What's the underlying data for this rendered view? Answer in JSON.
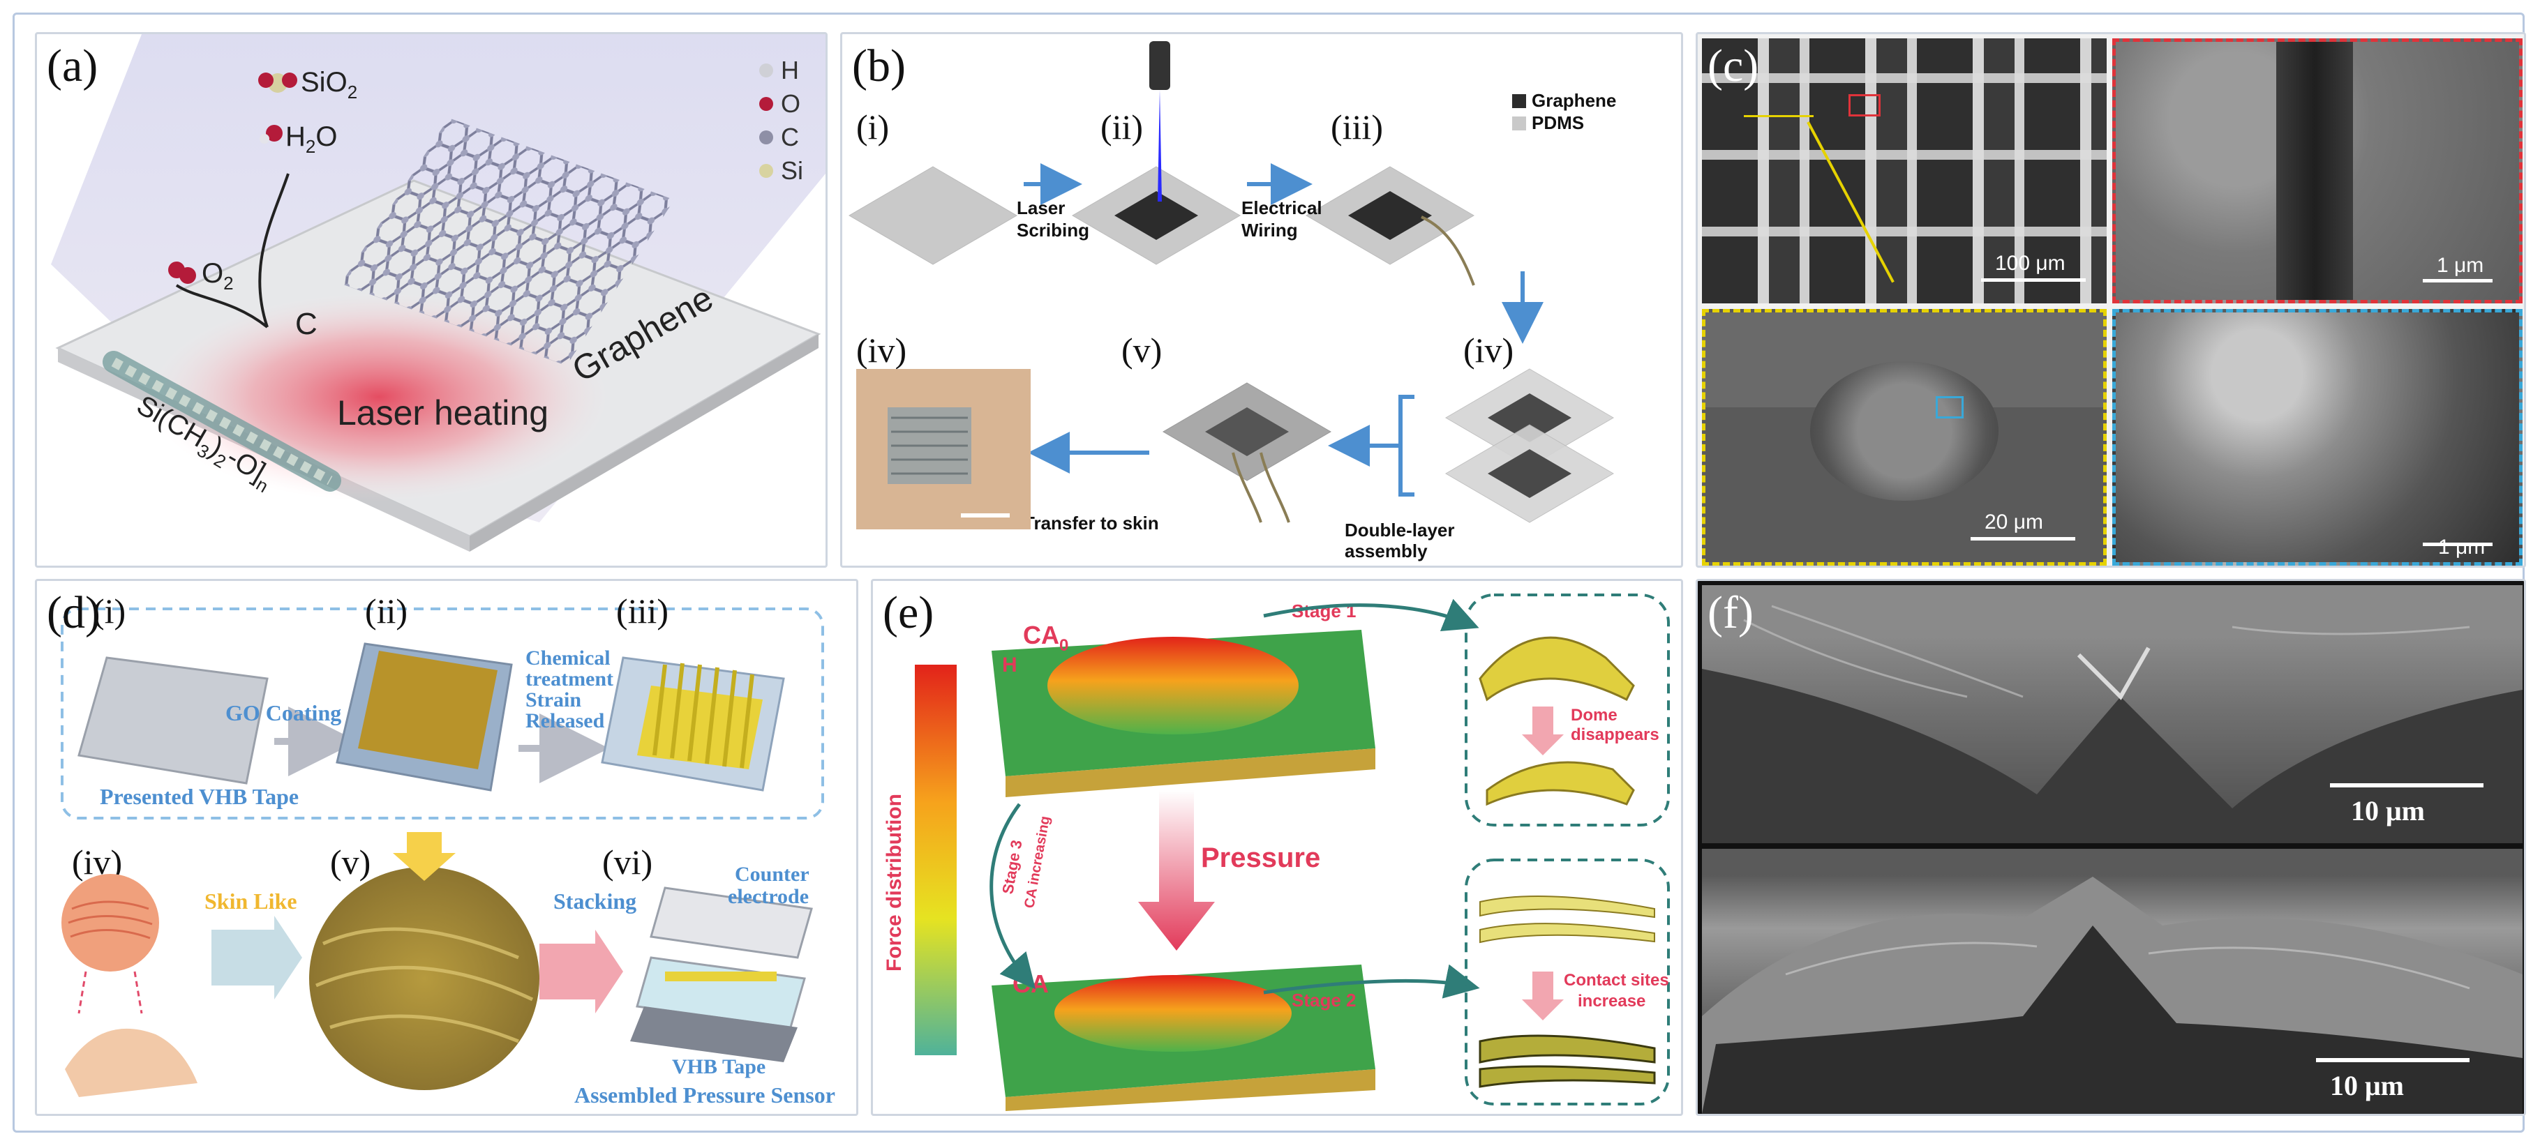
{
  "panels": {
    "a": {
      "label": "(a)",
      "legend": [
        "H",
        "O",
        "C",
        "Si"
      ],
      "legend_colors": [
        "#cfd0d6",
        "#b41b3a",
        "#8e8fa6",
        "#d8d3a0"
      ],
      "sio2": "SiO",
      "sio2_sub": "2",
      "h2o": "H",
      "h2o_sub": "2",
      "h2o_tail": "O",
      "o2": "O",
      "o2_sub": "2",
      "c": "C",
      "graphene": "Graphene",
      "laser": "Laser heating",
      "polymer": "Si(CH",
      "polymer_sub": "3",
      "polymer_tail": ")",
      "polymer_sub2": "2",
      "polymer_tail2": "-O]",
      "polymer_n": "n"
    },
    "b": {
      "label": "(b)",
      "steps": [
        "(i)",
        "(ii)",
        "(iii)",
        "(iv)",
        "(v)",
        "(iv)"
      ],
      "legend": [
        "Graphene",
        "PDMS"
      ],
      "arrows": [
        "Laser",
        "Scribing",
        "Electrical",
        "Wiring",
        "Transfer to skin",
        "Double-layer",
        "assembly"
      ]
    },
    "c": {
      "label": "(c)",
      "scales": [
        "100 μm",
        "1 μm",
        "20 μm",
        "1 μm"
      ]
    },
    "d": {
      "label": "(d)",
      "steps": [
        "(i)",
        "(ii)",
        "(iii)",
        "(iv)",
        "(v)",
        "(vi)"
      ],
      "texts": {
        "go": "GO Coating",
        "chem1": "Chemical",
        "chem2": "treatment",
        "chem3": "Strain",
        "chem4": "Released",
        "vhb": "Presented VHB Tape",
        "skin": "Skin Like",
        "stacking": "Stacking",
        "counter1": "Counter",
        "counter2": "electrode",
        "vhb2": "VHB Tape",
        "assembled": "Assembled Pressure Sensor"
      }
    },
    "e": {
      "label": "(e)",
      "ca0": "CA",
      "ca0_sub": "0",
      "h": "H",
      "stage1": "Stage 1",
      "stage2": "Stage 2",
      "stage3": "Stage 3",
      "ca": "CA",
      "increasing": "CA increasing",
      "pressure": "Pressure",
      "force": "Force distribution",
      "dome1": "Dome",
      "dome2": "disappears",
      "contact1": "Contact sites",
      "contact2": "increase"
    },
    "f": {
      "label": "(f)",
      "scales": [
        "10 μm",
        "10 μm"
      ]
    }
  },
  "colors": {
    "border": "#cfd6e0",
    "dashed_blue": "#8ebfe5",
    "dashed_teal": "#2f7d78",
    "arrow_blue": "#4d8fd0",
    "sem_red": "#e0333a",
    "sem_yellow": "#e6d200",
    "sem_cyan": "#39a8d8"
  }
}
